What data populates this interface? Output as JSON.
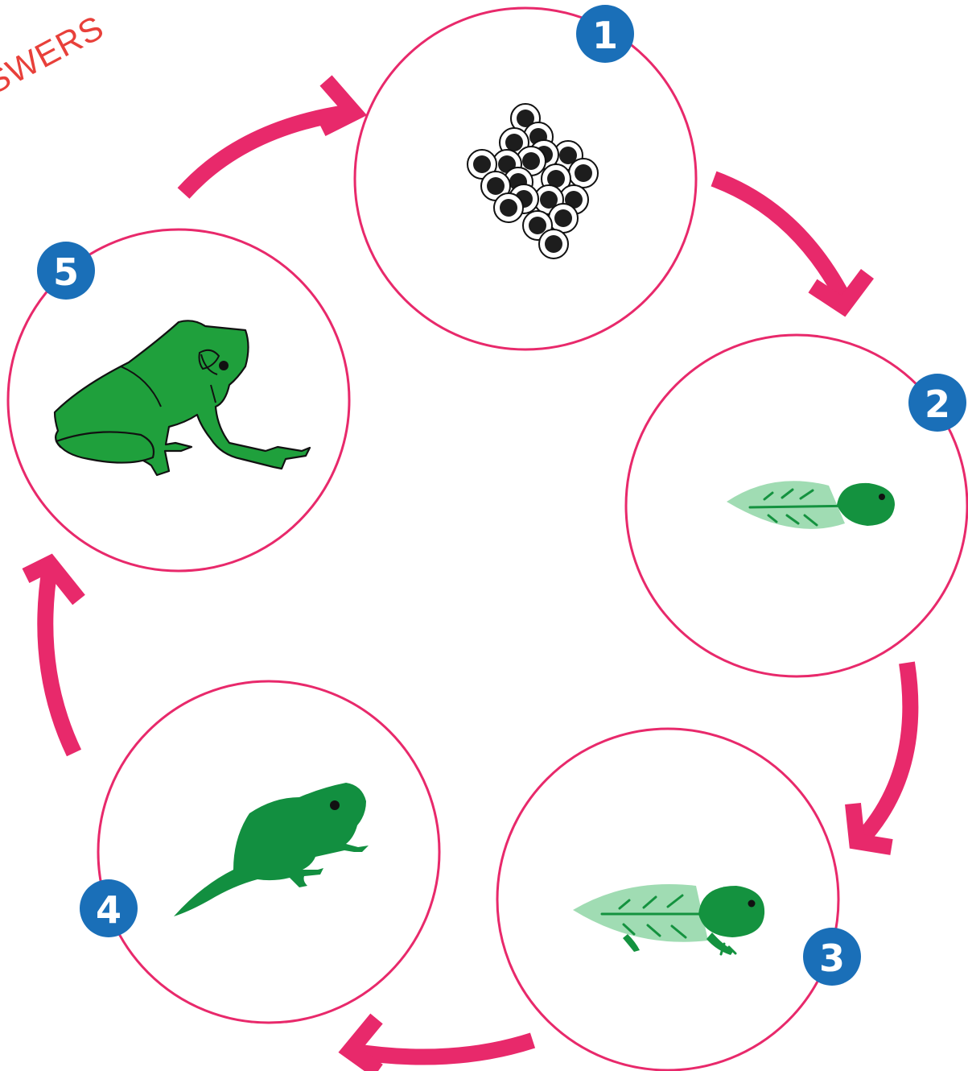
{
  "corner_label": "SWERS",
  "stages": [
    {
      "number": "1"
    },
    {
      "number": "2"
    },
    {
      "number": "3"
    },
    {
      "number": "4"
    },
    {
      "number": "5"
    }
  ],
  "colors": {
    "ring": "#e8296b",
    "arrow": "#e8296b",
    "badge": "#1a6fb8",
    "frog_green": "#1fa03c",
    "corner_label": "#e8403a"
  }
}
